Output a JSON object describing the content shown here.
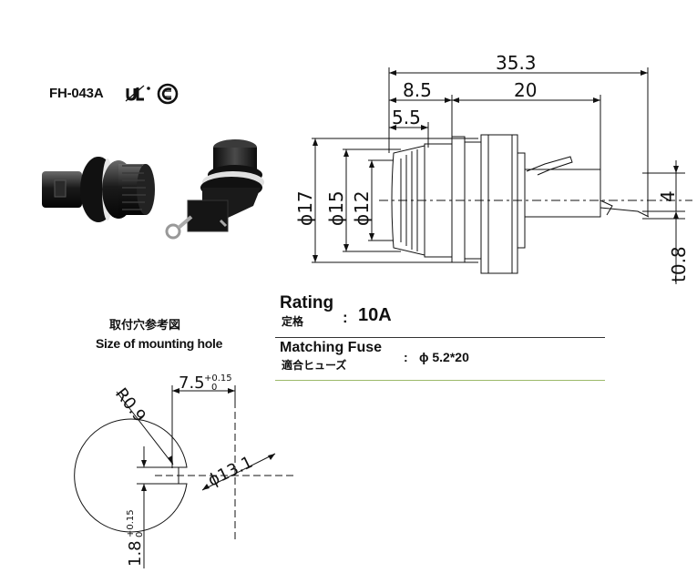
{
  "product": {
    "model": "FH-043A",
    "certifications": [
      "ul-recognized-icon",
      "csa-icon"
    ]
  },
  "side_view": {
    "dims": {
      "overall_length": "35.3",
      "head_length": "8.5",
      "body_length": "20",
      "cap_length": "5.5",
      "phi_outer": "ϕ17",
      "phi_mid": "ϕ15",
      "phi_inner": "ϕ12",
      "terminal_offset": "4",
      "terminal_thickness": "t0.8"
    }
  },
  "mounting_hole": {
    "title_jp": "取付穴参考図",
    "title_en": "Size of mounting hole",
    "radius": "R0.9",
    "width_label": "7.5",
    "width_tol_upper": "+0.15",
    "width_tol_lower": "0",
    "diameter": "ϕ13.1",
    "notch_label": "1.8",
    "notch_tol_upper": "+0.15",
    "notch_tol_lower": "0"
  },
  "specs": {
    "rating": {
      "label_en": "Rating",
      "label_jp": "定格",
      "separator": ":",
      "value": "10A"
    },
    "matching_fuse": {
      "label_en": "Matching Fuse",
      "label_jp": "適合ヒューズ",
      "separator": ":",
      "value": "ϕ 5.2*20"
    }
  },
  "colors": {
    "rule_primary": "#333333",
    "rule_secondary": "#9cba6a"
  }
}
